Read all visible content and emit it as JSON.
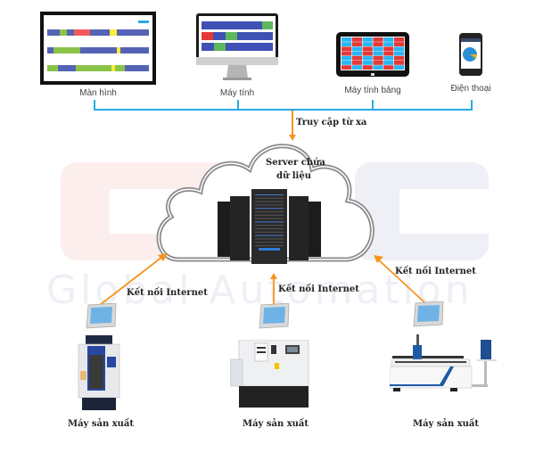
{
  "watermark": {
    "logo": "GAC",
    "text": "Global Automation",
    "logo_color": "#fdeeee",
    "text_color": "#eef0f6"
  },
  "devices": [
    {
      "label": "Màn hình",
      "icon": "wall-monitor-icon"
    },
    {
      "label": "Máy tính",
      "icon": "desktop-computer-icon"
    },
    {
      "label": "Máy tính bảng",
      "icon": "tablet-icon"
    },
    {
      "label": "Điện thoại",
      "icon": "smartphone-icon"
    }
  ],
  "remote_access_label": "Truy cập từ xa",
  "server": {
    "label_line1": "Server chứa",
    "label_line2": "dữ liệu",
    "icon": "server-rack-icon"
  },
  "connections": [
    {
      "label": "Kết nối Internet"
    },
    {
      "label": "Kết nối Internet"
    },
    {
      "label": "Kết nối Internet"
    }
  ],
  "machines": [
    {
      "label": "Máy sản xuất",
      "icon": "cnc-machining-center-icon"
    },
    {
      "label": "Máy sản xuất",
      "icon": "cnc-lathe-icon"
    },
    {
      "label": "Máy sản xuất",
      "icon": "laser-cutter-icon"
    }
  ],
  "colors": {
    "bus_line": "#29abe2",
    "arrow": "#f7941d",
    "cloud_stroke": "#8a8a8a"
  }
}
